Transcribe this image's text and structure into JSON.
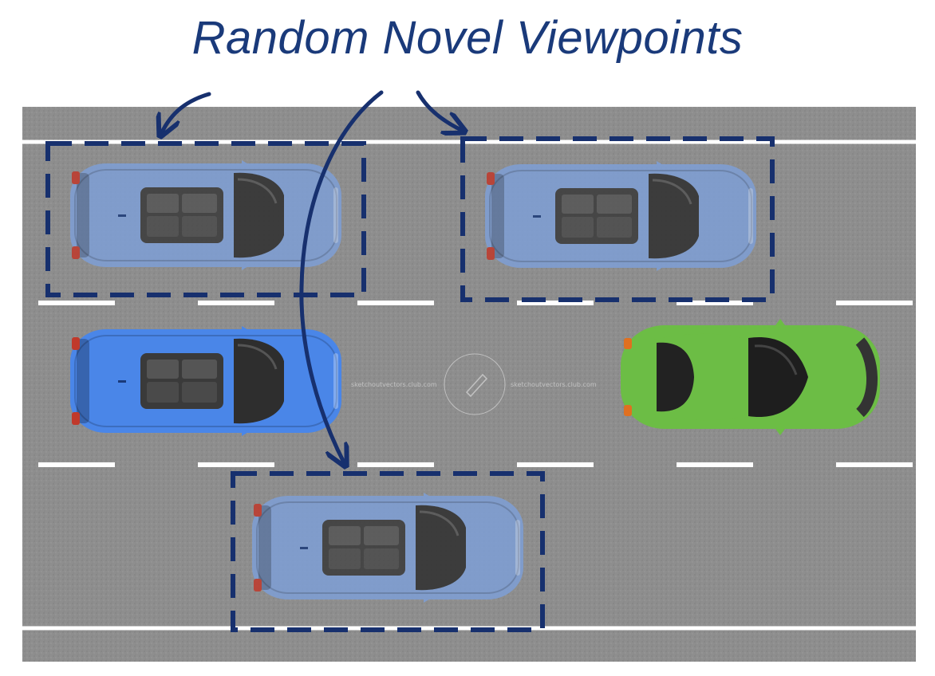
{
  "title": "Random Novel Viewpoints",
  "colors": {
    "title": "#1a3a7a",
    "road": "#8e8e8e",
    "lane_marking": "#ffffff",
    "ego_car": "#4a86e8",
    "ghost_car": "#7e9fd6",
    "other_car": "#6cbd45",
    "dashed_box": "#17306e",
    "arrow": "#17306e"
  },
  "watermark": "sketchoutvectors.club.com",
  "scene": {
    "ego_vehicle": {
      "color": "blue",
      "icon": "suv-top-view"
    },
    "other_vehicle": {
      "color": "green",
      "icon": "sedan-top-view"
    },
    "novel_viewpoints": [
      {
        "label": "",
        "icon": "suv-top-view-translucent"
      },
      {
        "label": "",
        "icon": "suv-top-view-translucent"
      },
      {
        "label": "",
        "icon": "suv-top-view-translucent"
      }
    ]
  }
}
